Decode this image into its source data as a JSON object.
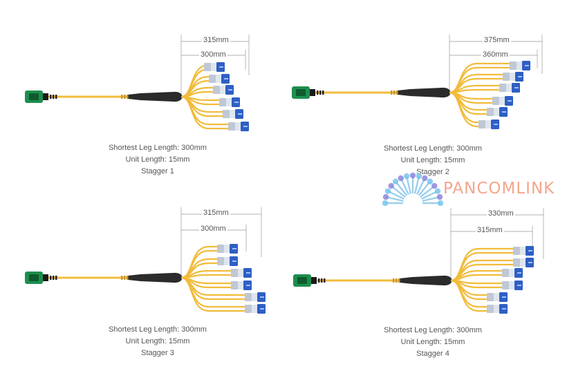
{
  "brand": {
    "name": "PANCOMLINK",
    "colors": {
      "text": "#f4a58c",
      "burst": "#4aa8e0"
    }
  },
  "colors": {
    "fiber": "#f2bb3a",
    "mpo": "#1d8f4e",
    "boot": "#2b2b2b",
    "lc_body": "#2f5fc4",
    "lc_ferrule": "#dfe6ef"
  },
  "panels": [
    {
      "id": "stagger-1",
      "dim_outer": "315mm",
      "dim_inner": "300mm",
      "caption": {
        "line1": "Shortest Leg Length: 300mm",
        "line2": "Unit Length: 15mm",
        "line3": "Stagger 1"
      }
    },
    {
      "id": "stagger-2",
      "dim_outer": "375mm",
      "dim_inner": "360mm",
      "caption": {
        "line1": "Shortest Leg Length: 300mm",
        "line2": "Unit Length: 15mm",
        "line3": "Stagger 2"
      }
    },
    {
      "id": "stagger-3",
      "dim_outer": "315mm",
      "dim_inner": "300mm",
      "caption": {
        "line1": "Shortest Leg Length: 300mm",
        "line2": "Unit Length: 15mm",
        "line3": "Stagger 3"
      }
    },
    {
      "id": "stagger-4",
      "dim_outer": "330mm",
      "dim_inner": "315mm",
      "caption": {
        "line1": "Shortest Leg Length: 300mm",
        "line2": "Unit Length: 15mm",
        "line3": "Stagger 4"
      }
    }
  ]
}
